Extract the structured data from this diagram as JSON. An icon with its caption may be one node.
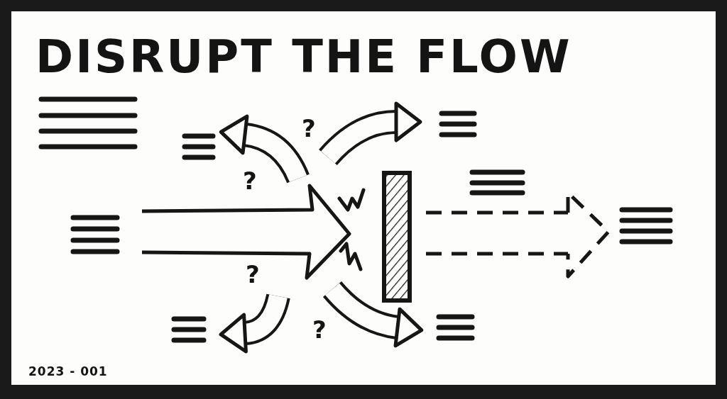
{
  "diagram": {
    "title": "DISRUPT THE FLOW",
    "nodes": [
      {
        "text": [],
        "shape": "bar"
      }
    ],
    "labels": [
      "?",
      "?",
      "?",
      "?",
      "2023 - 001"
    ]
  }
}
